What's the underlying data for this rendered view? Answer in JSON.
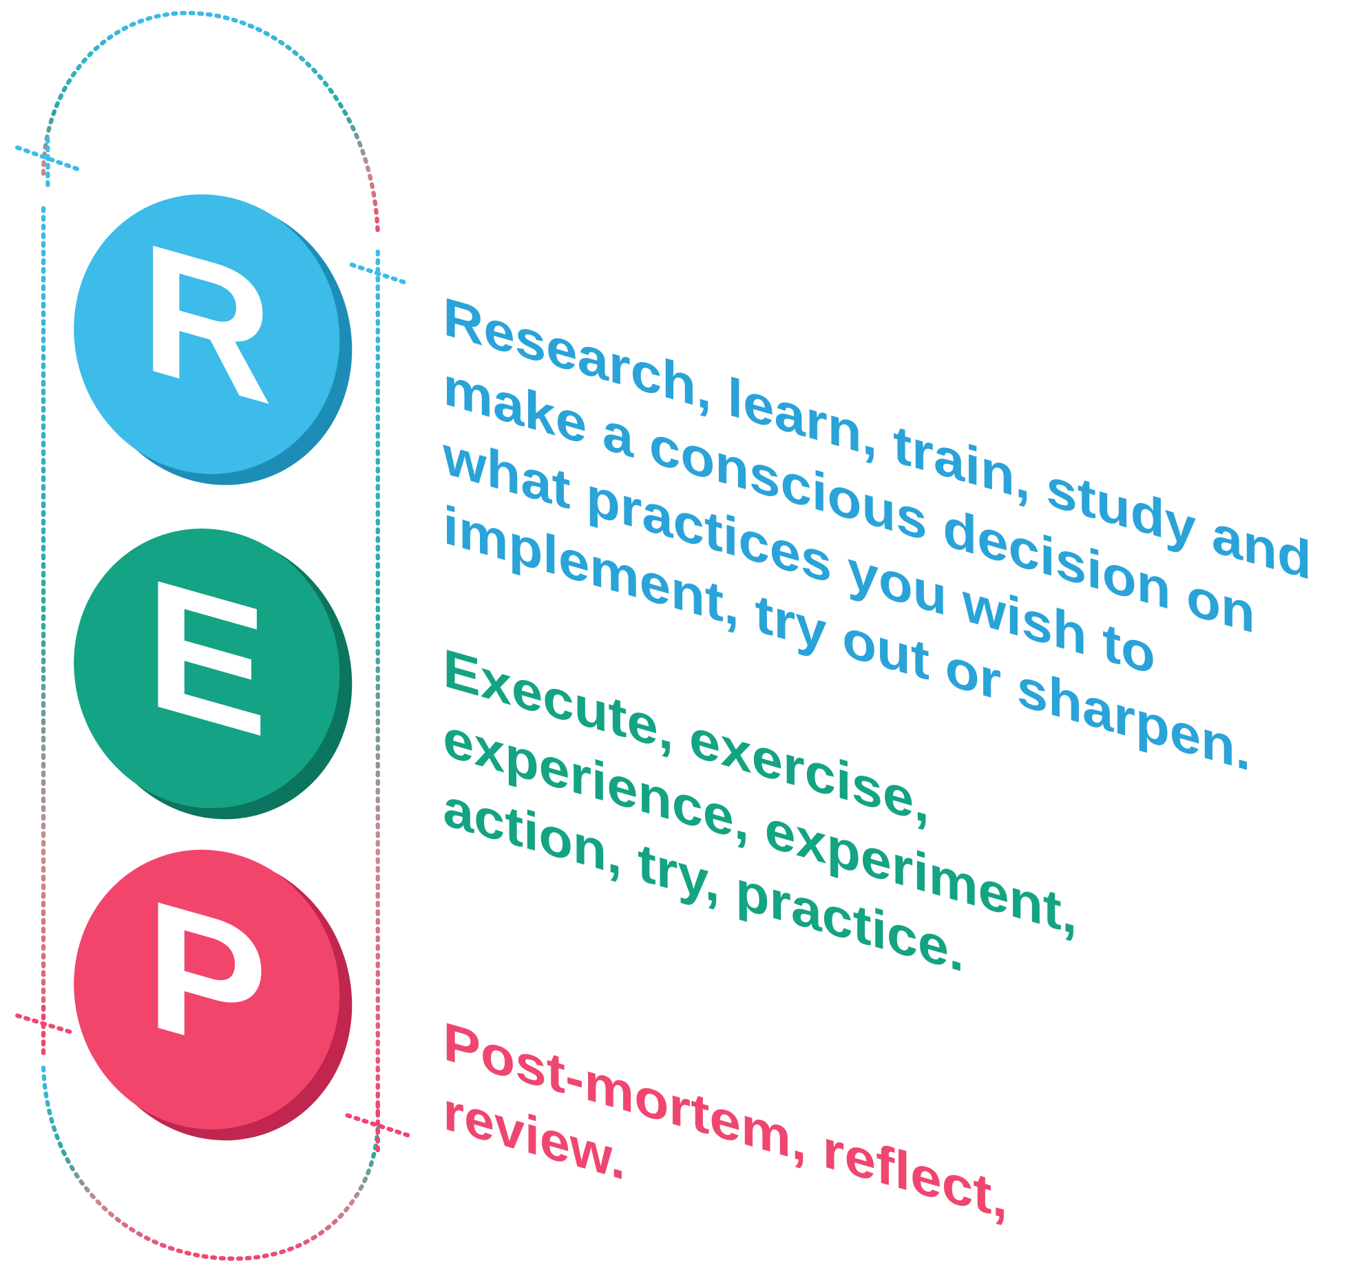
{
  "colors": {
    "blue": "#2aa3d9",
    "blue_face": "#3dbbe9",
    "blue_side": "#1d8db8",
    "green": "#14a383",
    "green_face": "#14a385",
    "green_side": "#0b7560",
    "pink": "#ef4670",
    "pink_face": "#f2456c",
    "pink_side": "#c0264e"
  },
  "steps": [
    {
      "letter": "R",
      "lines": [
        "Research, learn, train, study and",
        "make a conscious decision on",
        "what practices you wish to",
        "implement, try out or sharpen."
      ]
    },
    {
      "letter": "E",
      "lines": [
        "Execute, exercise,",
        "experience, experiment,",
        "action, try, practice."
      ]
    },
    {
      "letter": "P",
      "lines": [
        "Post-mortem, reflect,",
        "review."
      ]
    }
  ]
}
